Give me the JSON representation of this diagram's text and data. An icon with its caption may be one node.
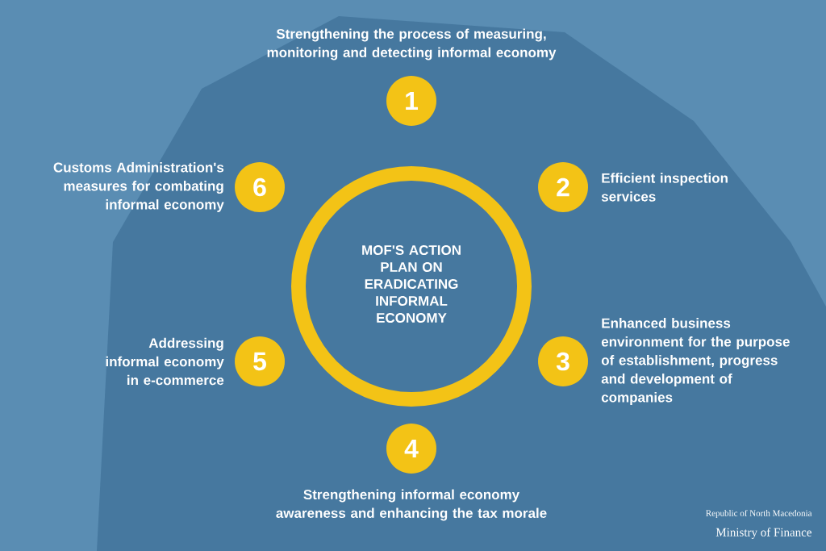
{
  "diagram": {
    "nodes": [
      {
        "text": [
          "MOF'S ACTION PLAN ON ERADICATING INFORMAL ECONOMY"
        ]
      },
      {
        "text": [
          "1"
        ],
        "beside": [
          "Strengthening the process of measuring, monitoring and detecting informal economy"
        ]
      },
      {
        "text": [
          "2"
        ],
        "beside": [
          "Efficient inspection services"
        ]
      },
      {
        "text": [
          "3"
        ],
        "beside": [
          "Enhanced business environment for the purpose of establishment, progress and development of companies"
        ]
      },
      {
        "text": [
          "4"
        ],
        "beside": [
          "Strengthening informal economy awareness and enhancing the tax morale"
        ]
      },
      {
        "text": [
          "5"
        ],
        "beside": [
          "Addressing informal economy in e-commerce"
        ]
      },
      {
        "text": [
          "6"
        ],
        "beside": [
          "Customs Administration's measures for combating informal economy"
        ]
      }
    ],
    "labels": [
      "Republic of North Macedonia",
      "Ministry of Finance"
    ]
  }
}
